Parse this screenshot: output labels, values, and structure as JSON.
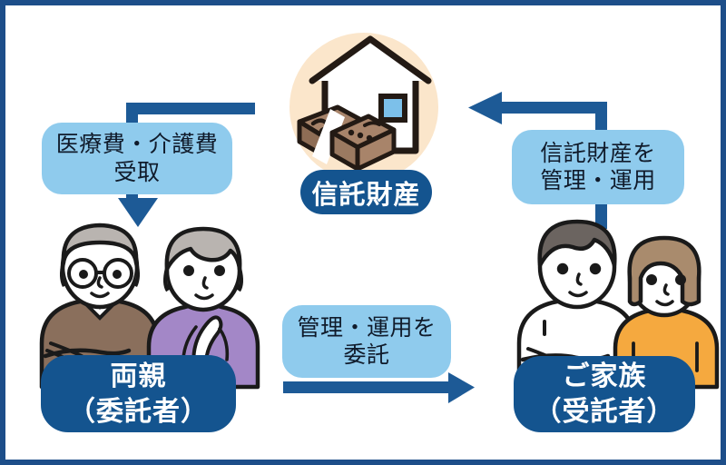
{
  "diagram": {
    "title_center": "信託財産",
    "colors": {
      "frame_navy": "#1d4e89",
      "pill_navy": "#14548f",
      "callout_blue": "#8fcbed",
      "arrow_blue": "#1d5a96",
      "asset_circle_beige": "#fbe6cb",
      "house_outline": "#231a14",
      "window_blue": "#7cc0ea",
      "cash_brown": "#a8846a",
      "father_sweater": "#8a6f5c",
      "mother_sweater": "#a387c7",
      "son_shirt": "#ffffff",
      "daughter_shirt": "#f5a93f",
      "hair_grey": "#b9b4b0",
      "hair_dark": "#6b6460",
      "hair_brown": "#a98b6d"
    },
    "callouts": [
      {
        "name": "medical-care-receipt",
        "lines": [
          "医療費・介護費",
          "受取"
        ]
      },
      {
        "name": "manage-trust-assets",
        "lines": [
          "信託財産を",
          "管理・運用"
        ]
      },
      {
        "name": "entrust-management",
        "lines": [
          "管理・運用を",
          "委託"
        ]
      }
    ],
    "pills": [
      {
        "name": "trust-assets",
        "lines": [
          "信託財産"
        ]
      },
      {
        "name": "parents-settlor",
        "lines": [
          "両親",
          "（委託者）"
        ]
      },
      {
        "name": "family-trustee",
        "lines": [
          "ご家族",
          "（受託者）"
        ]
      }
    ],
    "arrows": [
      {
        "name": "arrow-assets-to-parents",
        "direction": "down-left",
        "color": "#1d5a96"
      },
      {
        "name": "arrow-family-to-assets",
        "direction": "up-left",
        "color": "#1d5a96"
      },
      {
        "name": "arrow-parents-to-family",
        "direction": "right",
        "color": "#1d5a96"
      }
    ],
    "icons": {
      "house": "house-icon",
      "cash": "cash-bundle-icon",
      "elderly_man": "elderly-man-icon",
      "elderly_woman": "elderly-woman-icon",
      "adult_man": "adult-man-icon",
      "adult_woman": "adult-woman-icon"
    }
  }
}
